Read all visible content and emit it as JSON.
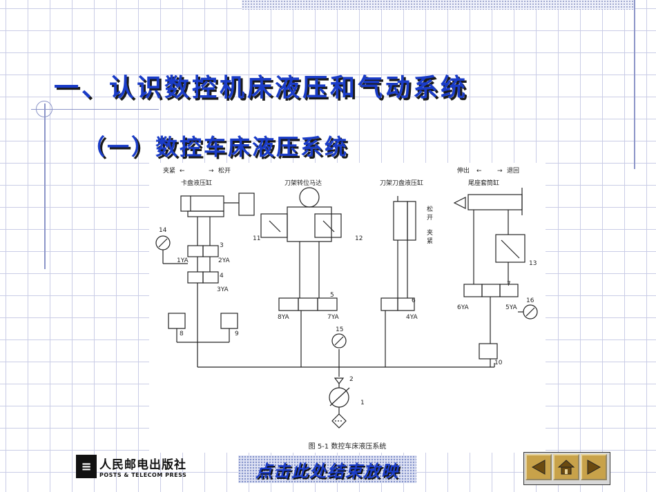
{
  "slide": {
    "title": "一、认识数控机床液压和气动系统",
    "subtitle": "（一）数控车床液压系统"
  },
  "diagram": {
    "labels": {
      "clamp": "夹紧",
      "release": "松开",
      "chuck_cylinder": "卡盘液压缸",
      "turret_motor": "刀架转位马达",
      "turret_clamp_cylinder": "刀架刀盘液压缸",
      "extend": "伸出",
      "retract": "退回",
      "tailstock_cylinder": "尾座套筒缸",
      "song": "松",
      "kai": "开",
      "jia": "夹",
      "jin": "紧"
    },
    "numbers": [
      "1",
      "2",
      "3",
      "4",
      "5",
      "6",
      "7",
      "8",
      "9",
      "10",
      "11",
      "12",
      "13",
      "14",
      "15",
      "16"
    ],
    "solenoids": [
      "1YA",
      "2YA",
      "3YA",
      "4YA",
      "5YA",
      "6YA",
      "7YA",
      "8YA"
    ],
    "arrow_left": "←",
    "arrow_right": "→",
    "caption": "图 5-1    数控车床液压系统"
  },
  "footer": {
    "publisher_cn": "人民邮电出版社",
    "publisher_en": "POSTS & TELECOM PRESS",
    "end_show_label": "点击此处结束放映"
  },
  "nav": {
    "icons": [
      "prev-arrow-icon",
      "home-icon",
      "next-arrow-icon"
    ]
  },
  "colors": {
    "title": "#1a3cc8",
    "grid": "#c9cce6",
    "nav_button": "#c8a24a"
  }
}
